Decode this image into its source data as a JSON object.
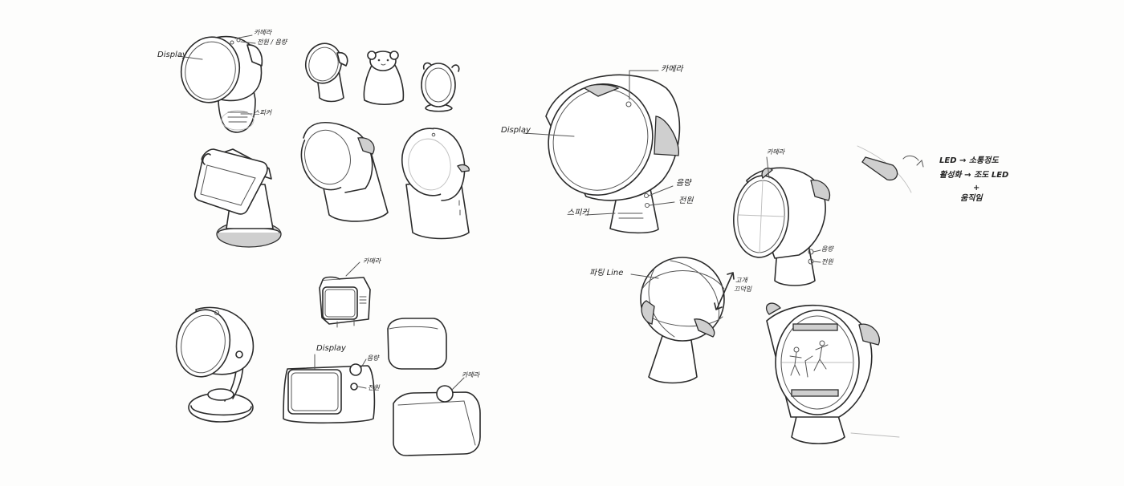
{
  "labels": {
    "display_1": "Display",
    "camera_1": "카메라",
    "power_volume_1": "전원 / 음량",
    "speaker_1": "스피커",
    "camera_2": "카메라",
    "display_2": "Display",
    "volume_2": "음량",
    "power_2": "전원",
    "camera_3": "카메라",
    "display_3": "Display",
    "camera_4": "카메라",
    "volume_4": "음량",
    "power_4": "전원",
    "speaker_4": "스피커",
    "camera_5": "카메라",
    "volume_5": "음량",
    "power_5": "전원",
    "parting_line": "파팅 Line",
    "neck_tilt_1": "고개",
    "neck_tilt_2": "끄덕임",
    "led_note_1": "LED → 소통정도",
    "led_note_2": "활성화 → 조도 LED",
    "led_note_3": "+",
    "led_note_4": "움직임"
  }
}
